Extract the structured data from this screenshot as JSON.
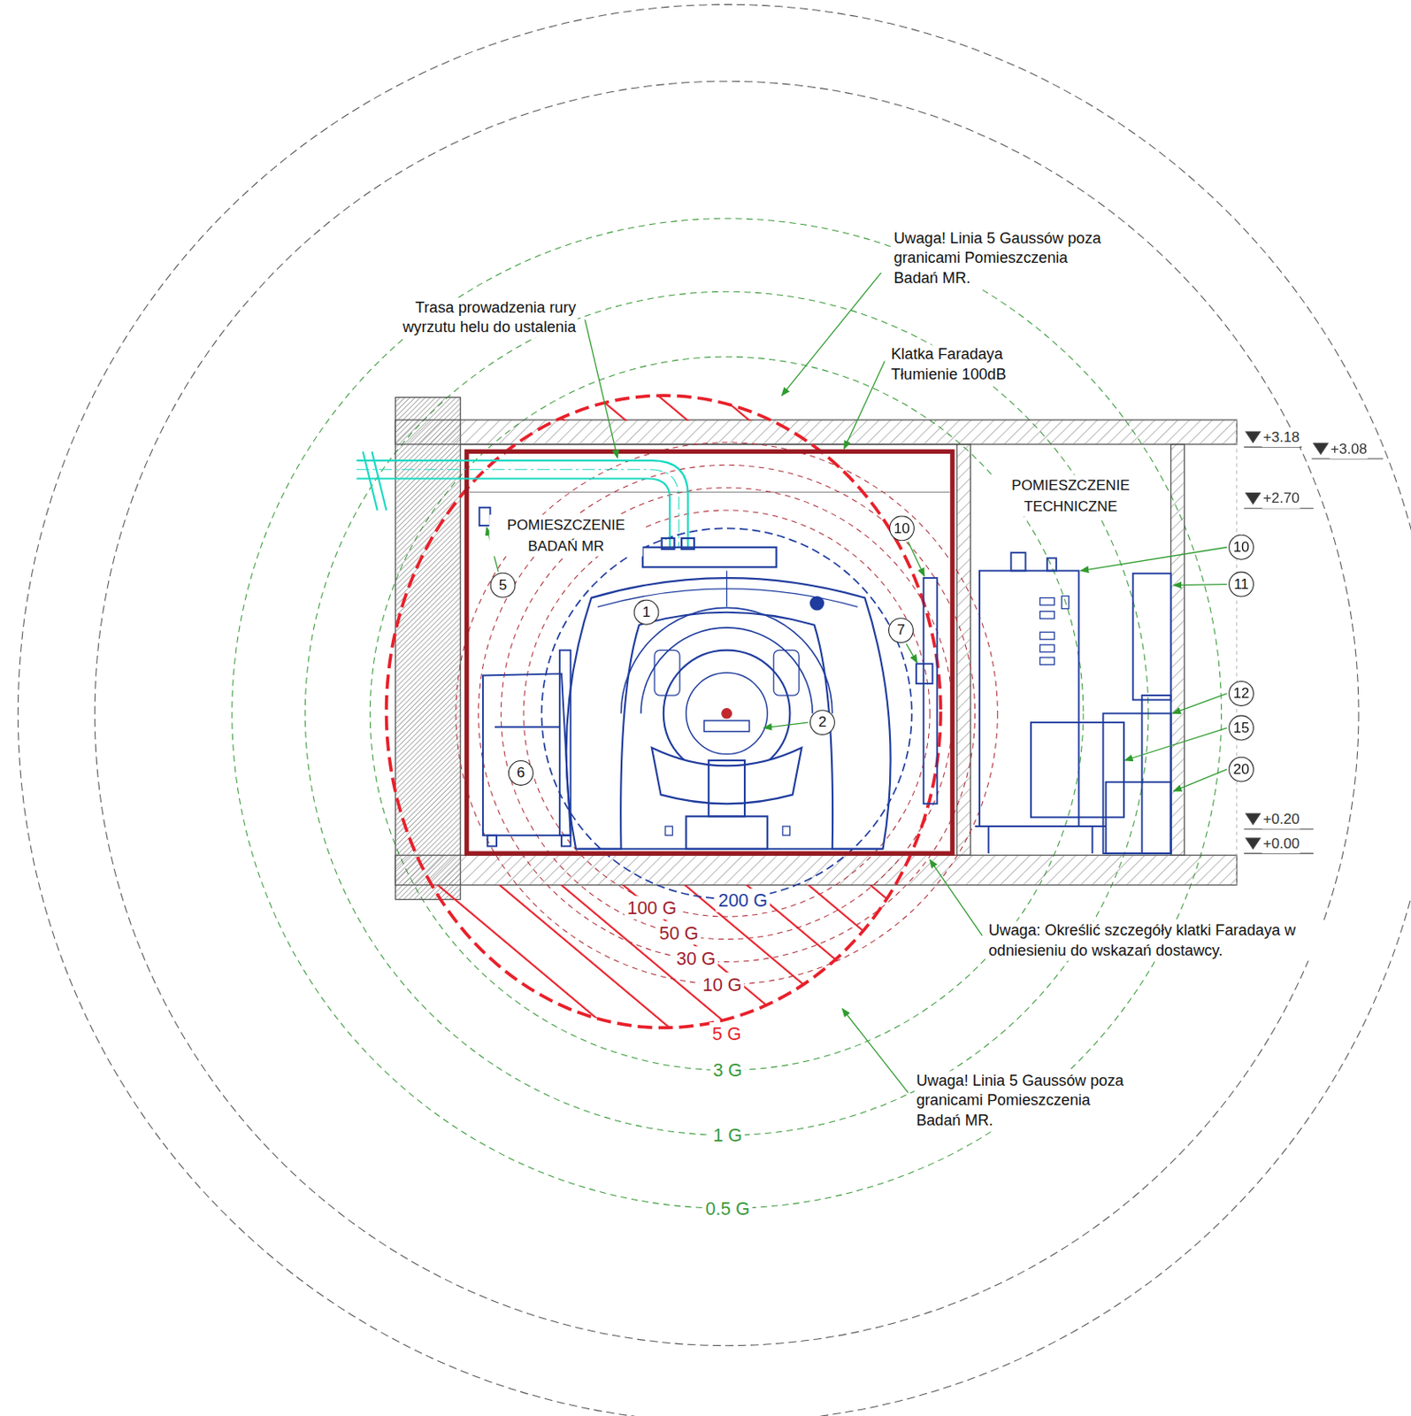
{
  "diagram": {
    "nodes": [
      {
        "text": [
          "POMIESZCZENIE BADAŃ MR"
        ]
      },
      {
        "text": [
          "POMIESZCZENIE TECHNICZNE"
        ]
      }
    ],
    "labels": [
      "Trasa prowadzenia rury wyrzutu helu do ustalenia",
      "Uwaga! Linia 5 Gaussów poza granicami Pomieszczenia Badań MR.",
      "Klatka Faradaya Tłumienie 100dB",
      "+3.18",
      "+3.08",
      "+2.70",
      "10",
      "11",
      "12",
      "15",
      "20",
      "+0.20",
      "+0.00",
      "5",
      "1",
      "10",
      "7",
      "2",
      "6",
      "200 G",
      "100 G",
      "50 G",
      "30 G",
      "10 G",
      "5 G",
      "3 G",
      "1 G",
      "0.5 G",
      "Uwaga: Określić szczegóły klatki Faradaya w odniesieniu do wskazań dostawcy.",
      "Uwaga! Linia 5 Gaussów poza granicami Pomieszczenia Badań MR."
    ]
  }
}
